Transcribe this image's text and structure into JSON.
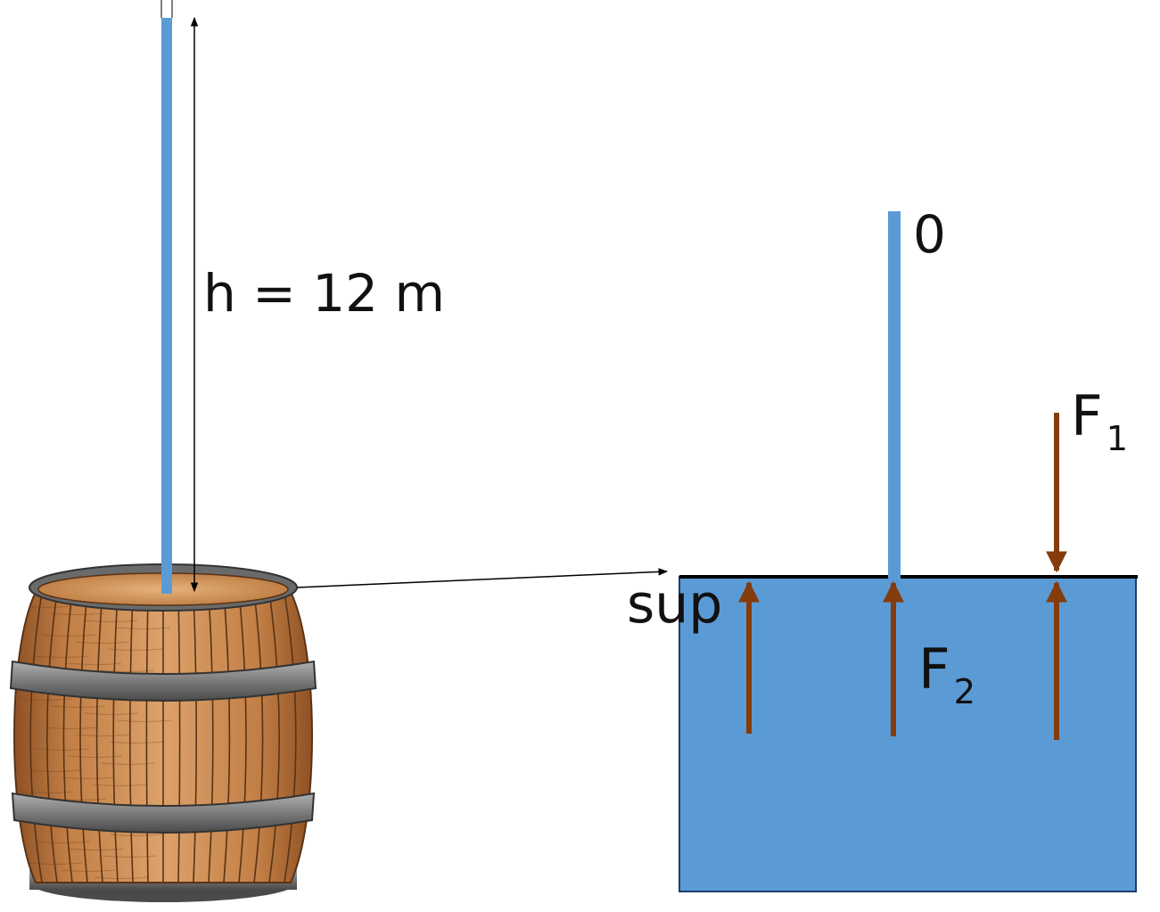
{
  "labels": {
    "height": "h = 12 m",
    "zero": "0",
    "sup": "sup",
    "f1_main": "F",
    "f1_sub": "1",
    "f2_main": "F",
    "f2_sub": "2"
  },
  "colors": {
    "water": "#5b9bd5",
    "force_arrow": "#843c0c",
    "wood_light": "#c98b52",
    "wood_dark": "#9a5a2a",
    "barrel_hoop": "#808080",
    "line": "#000000"
  },
  "icons": {
    "barrel": "wooden-barrel-icon"
  }
}
